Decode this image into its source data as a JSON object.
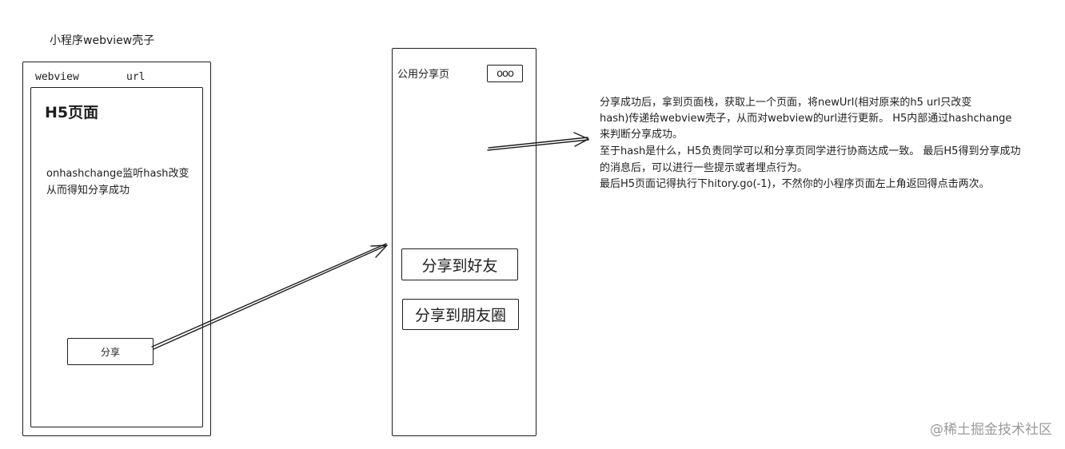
{
  "shell": {
    "title": "小程序webview壳子",
    "webview_label": "webview",
    "url_label": "url"
  },
  "h5": {
    "title": "H5页面",
    "desc_line1": "onhashchange监听hash改变",
    "desc_line2": "从而得知分享成功",
    "share_button": "分享"
  },
  "share_page": {
    "title": "公用分享页",
    "menu_icon": "ooo",
    "share_friend": "分享到好友",
    "share_moments": "分享到朋友圈"
  },
  "note": {
    "lines": [
      "分享成功后，拿到页面栈，获取上一个页面，将newUrl(相对原来的h5  url只改变",
      "hash)传递给webview壳子，从而对webview的url进行更新。     H5内部通过hashchange",
      "来判断分享成功。",
      "至于hash是什么，H5负责同学可以和分享页同学进行协商达成一致。  最后H5得到分享成功",
      "的消息后，可以进行一些提示或者埋点行为。",
      "最后H5页面记得执行下hitory.go(-1)，不然你的小程序页面左上角返回得点击两次。"
    ]
  },
  "watermark": "@稀土掘金技术社区"
}
